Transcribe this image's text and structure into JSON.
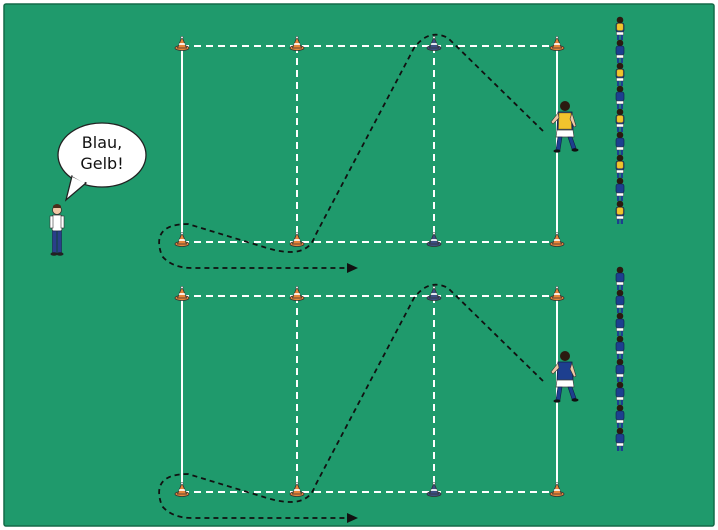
{
  "coach": {
    "speech": [
      "Blau,",
      "Gelb!"
    ]
  },
  "colors": {
    "pitch": "#1f9a6c",
    "pitch_border": "#136a48",
    "line": "#ffffff",
    "cone_orange": "#e8863a",
    "cone_blue": "#3c4f84",
    "player_blue": "#1d3f8f",
    "bib_yellow": "#f1c42d",
    "path": "#111111"
  },
  "drills": [
    {
      "name": "top-drill",
      "queue_size": 9,
      "queue_team": "mixed-yellow-blue",
      "runner_bib": "yellow"
    },
    {
      "name": "bottom-drill",
      "queue_size": 8,
      "queue_team": "blue",
      "runner_bib": "blue"
    }
  ],
  "icons": {
    "cone": "cone-icon",
    "player": "player-icon",
    "coach": "coach-icon",
    "speech": "speech-bubble-icon",
    "arrow": "arrow-head-icon"
  }
}
